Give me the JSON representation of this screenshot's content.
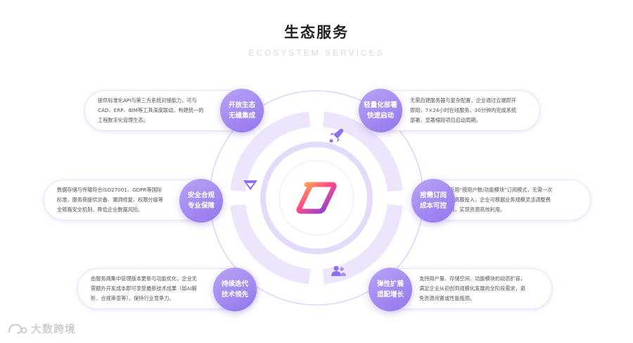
{
  "title": "生态服务",
  "subtitle": "ECOSYSTEM SERVICES",
  "features": [
    {
      "id": "open",
      "label_line1": "开放生态",
      "label_line2": "无缝集成",
      "desc": [
        "提供标准化API与第三方系统对接能力，可与",
        "CAD、ERP、BIM等工具深度联动，构建统一的",
        "工程数字化管理生态。"
      ]
    },
    {
      "id": "deploy",
      "label_line1": "轻量化部署",
      "label_line2": "快速启动",
      "desc": [
        "无需自建服务器与复杂配置，企业通过云端即开",
        "即用，7×24小时在线服务，30分钟内完成系统",
        "部署，显著缩短项目启动周期。"
      ]
    },
    {
      "id": "security",
      "label_line1": "安全合规",
      "label_line2": "专业保障",
      "desc": [
        "数据存储与传输符合ISO27001、GDPR等国际",
        "标准，服务商提供灾备、漏洞修复、权限分级等",
        "全链路安全机制，降低企业数据风险。"
      ]
    },
    {
      "id": "subscription",
      "label_line1": "按需订阅",
      "label_line2": "成本可控",
      "desc": [
        "采用“按用户数/功能模块”订阅模式，无需一次",
        "性高额投入，企业可根据业务规模灵活调整费",
        "用，实现资源高效利用。"
      ]
    },
    {
      "id": "iteration",
      "label_line1": "持续迭代",
      "label_line2": "技术领先",
      "desc": [
        "由服务商集中管理版本更新与功能优化，企业无",
        "需额外开发成本即可享受最新技术成果（如AI解",
        "析、合规审查等），保持行业竞争力。"
      ]
    },
    {
      "id": "scaling",
      "label_line1": "弹性扩展",
      "label_line2": "适配增长",
      "desc": [
        "支持用户量、存储空间、功能模块的动态扩容，",
        "满足企业从初创到规模化发展的全阶段需求，避",
        "免资源闲置或性能瓶颈。"
      ]
    }
  ],
  "watermark": "大数跨境",
  "colors": {
    "accent": "#9277ec",
    "accent_light": "#b9a3f5",
    "ring": "#efe9fd",
    "ring_mid": "#e3dafb"
  }
}
